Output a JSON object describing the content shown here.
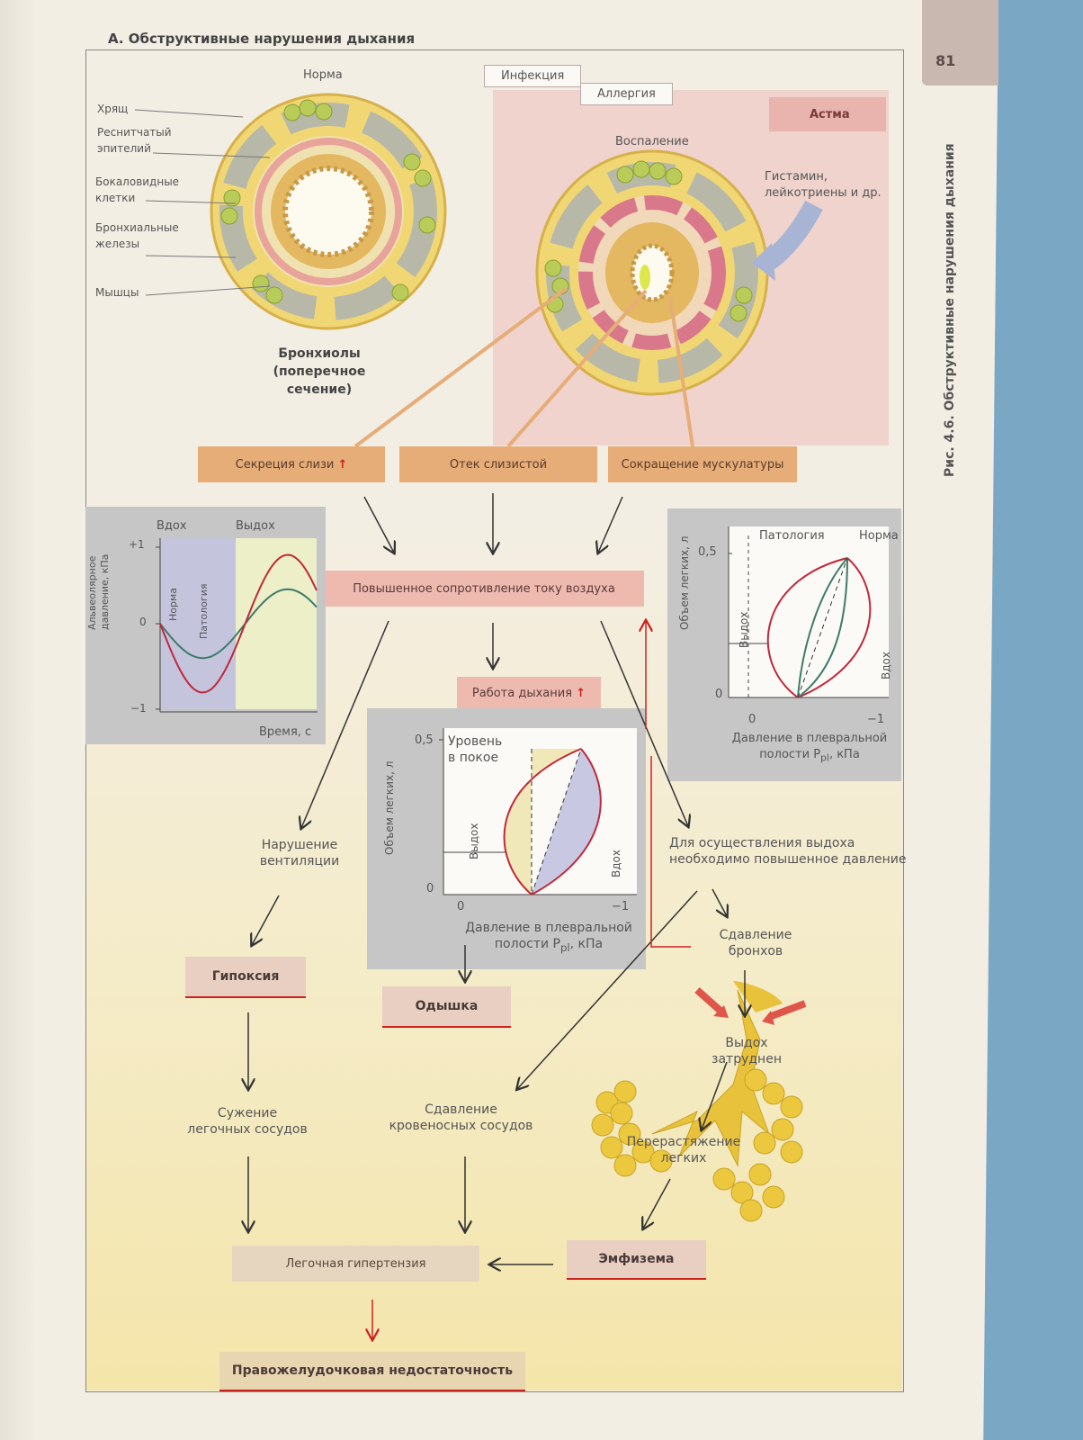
{
  "section_title": "A. Обструктивные нарушения дыхания",
  "page_number": "81",
  "figure_caption": "Рис. 4.6. Обструктивные нарушения дыхания",
  "normal_panel": {
    "title": "Норма",
    "labels": [
      "Хрящ",
      "Реснитчатый",
      "эпителий",
      "Бокаловидные",
      "клетки",
      "Бронхиальные",
      "железы",
      "Мышцы"
    ],
    "caption_line1": "Бронхиолы",
    "caption_line2": "(поперечное сечение)"
  },
  "asthma_panel": {
    "tag_infection": "Инфекция",
    "tag_allergy": "Аллергия",
    "title": "Астма",
    "inflammation": "Воспаление",
    "mediators_line1": "Гистамин,",
    "mediators_line2": "лейкотриены и др."
  },
  "causes": {
    "mucus": "Секреция слизи",
    "edema": "Отек слизистой",
    "muscle": "Сокращение мускулатуры",
    "up_arrow": "↑"
  },
  "resistance": "Повышенное сопротивление току воздуха",
  "work_of_breathing": "Работа дыхания",
  "chart_left": {
    "ylabel_line1": "Альвеолярное",
    "ylabel_line2": "давление, кПа",
    "inspiration": "Вдох",
    "expiration": "Выдох",
    "series_normal": "Норма",
    "series_pathology": "Патология",
    "xlabel": "Время, с",
    "yticks": [
      "+1",
      "0",
      "−1"
    ]
  },
  "chart_middle": {
    "ylabel": "Объем легких, л",
    "rest_line1": "Уровень",
    "rest_line2": "в покое",
    "expiration": "Выдох",
    "inspiration": "Вдох",
    "y_top": "0,5",
    "y_zero": "0",
    "x_zero": "0",
    "x_one": "−1",
    "xlabel_line1": "Давление в плевральной",
    "xlabel_line2": "полости P",
    "xlabel_sub": "pl",
    "xlabel_unit": ", кПа"
  },
  "chart_right": {
    "ylabel": "Объем легких, л",
    "pathology": "Патология",
    "normal": "Норма",
    "expiration": "Выдох",
    "inspiration": "Вдох",
    "y_top": "0,5",
    "y_zero": "0",
    "x_zero": "0",
    "x_one": "−1",
    "xlabel_line1": "Давление в плевральной",
    "xlabel_line2": "полости P",
    "xlabel_sub": "pl",
    "xlabel_unit": ", кПа"
  },
  "flow": {
    "ventilation_line1": "Нарушение",
    "ventilation_line2": "вентиляции",
    "hypoxia": "Гипоксия",
    "dyspnea": "Одышка",
    "exp_pressure_line1": "Для осуществления выдоха",
    "exp_pressure_line2": "необходимо повышенное давление",
    "bronchi_comp_line1": "Сдавление",
    "bronchi_comp_line2": "бронхов",
    "exhale_hard_line1": "Выдох",
    "exhale_hard_line2": "затруднен",
    "overdistension_line1": "Перерастяжение",
    "overdistension_line2": "легких",
    "vasoconstriction_line1": "Сужение",
    "vasoconstriction_line2": "легочных сосудов",
    "vessel_comp_line1": "Сдавление",
    "vessel_comp_line2": "кровеносных сосудов",
    "emphysema": "Эмфизема",
    "pulm_hypertension": "Легочная гипертензия",
    "rv_failure": "Правожелудочковая недостаточность"
  },
  "colors": {
    "normal_curve": "#3f7a6a",
    "pathology_curve": "#c0283a",
    "accent_red": "#cc2222",
    "cause_box": "#e6ad78",
    "pink_box": "#eebab0",
    "lung": "#e8c23a"
  }
}
